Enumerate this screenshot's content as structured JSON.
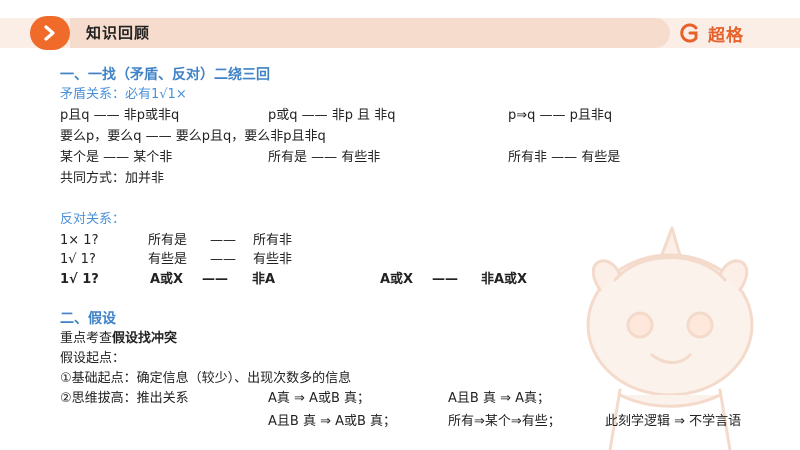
{
  "header": {
    "title": "知识回顾",
    "brand_name": "超格",
    "accent_color": "#f06a2a",
    "band_color": "#fbeee6"
  },
  "icons": {
    "arrow": "chevron-right-icon",
    "brand": "brand-logo-icon",
    "mascot": "unicorn-mascot"
  },
  "section1": {
    "heading": "一、一找（矛盾、反对）二绕三回",
    "contradiction_title": "矛盾关系：必有1√1×",
    "row1": [
      "p且q ——  非p或非q",
      "p或q  ——  非p 且 非q",
      "p⇒q  ——  p且非q"
    ],
    "row2": "要么p，要么q  ——  要么p且q，要么非p且非q",
    "row3": [
      "某个是  ——  某个非",
      "所有是  ——   有些非",
      "所有非  ——   有些是"
    ],
    "row4": "共同方式：加并非",
    "opposition_title": "反对关系：",
    "opp_rows": [
      [
        "1× 1?",
        "所有是",
        "——",
        "所有非"
      ],
      [
        "1√ 1?",
        "有些是",
        "——",
        "有些非"
      ]
    ],
    "opp_bold": [
      "1√ 1?",
      "A或X",
      "——",
      "非A",
      "A或X",
      "——",
      "非A或X"
    ]
  },
  "section2": {
    "heading": "二、假设",
    "focus_prefix": "重点考查",
    "focus_bold": "假设找冲突",
    "start_label": "假设起点：",
    "point1": "①基础起点：确定信息（较少）、出现次数多的信息",
    "point2_label": "②思维拔高：推出关系",
    "point2_items": [
      "A真 ⇒ A或B 真；",
      "A且B 真 ⇒ A真；"
    ],
    "row_last": [
      "A且B 真 ⇒ A或B 真；",
      "所有⇒某个⇒有些；",
      "此刻学逻辑 ⇒ 不学言语"
    ]
  }
}
